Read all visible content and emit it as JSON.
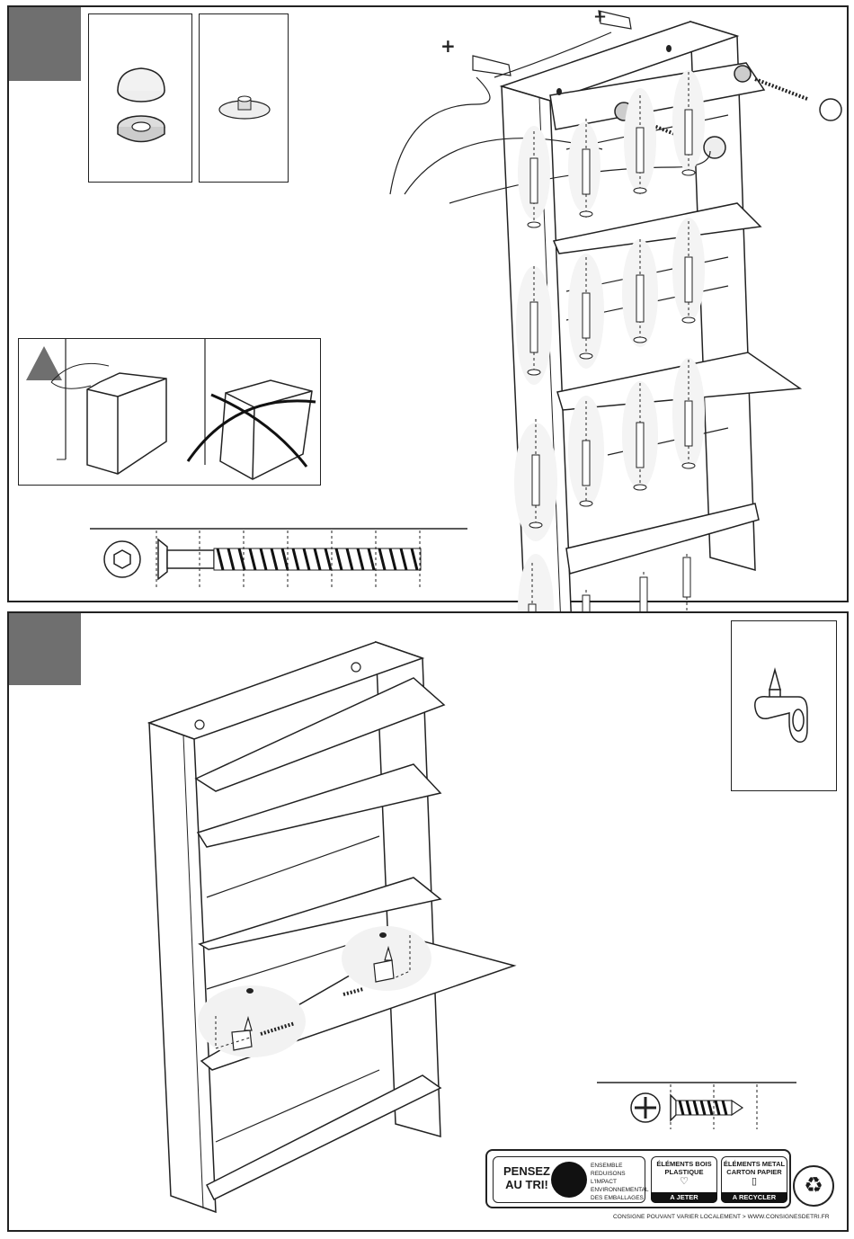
{
  "document": {
    "type": "assembly-instructions",
    "step1": {
      "badge": "",
      "parts": [
        "cap-cover-icon",
        "wall-plug-icon",
        "wall-screw-icon",
        "long-screw-icon",
        "washer-icon"
      ],
      "hex_screw_icon": "hex-socket-icon",
      "warning_icon": "warning-triangle-icon"
    },
    "step2": {
      "badge": "",
      "parts": [
        "shelf-bracket-icon",
        "small-screw-icon"
      ],
      "phillips_icon": "phillips-head-icon"
    },
    "recycling": {
      "pensez": "PENSEZ AU TRI!",
      "note_lines": [
        "ENSEMBLE",
        "REDUISONS L'IMPACT",
        "ENVIRONNEMENTAL",
        "DES EMBALLAGES"
      ],
      "cat1_title": "ÉLÉMENTS BOIS PLASTIQUE",
      "cat1_action": "A JETER",
      "cat2_title": "ÉLÉMENTS METAL CARTON PAPIER",
      "cat2_action": "A RECYCLER",
      "footer": "CONSIGNE POUVANT VARIER LOCALEMENT > WWW.CONSIGNESDETRI.FR"
    },
    "colors": {
      "badge": "#6f6f6f",
      "ink": "#1a1a1a"
    }
  }
}
